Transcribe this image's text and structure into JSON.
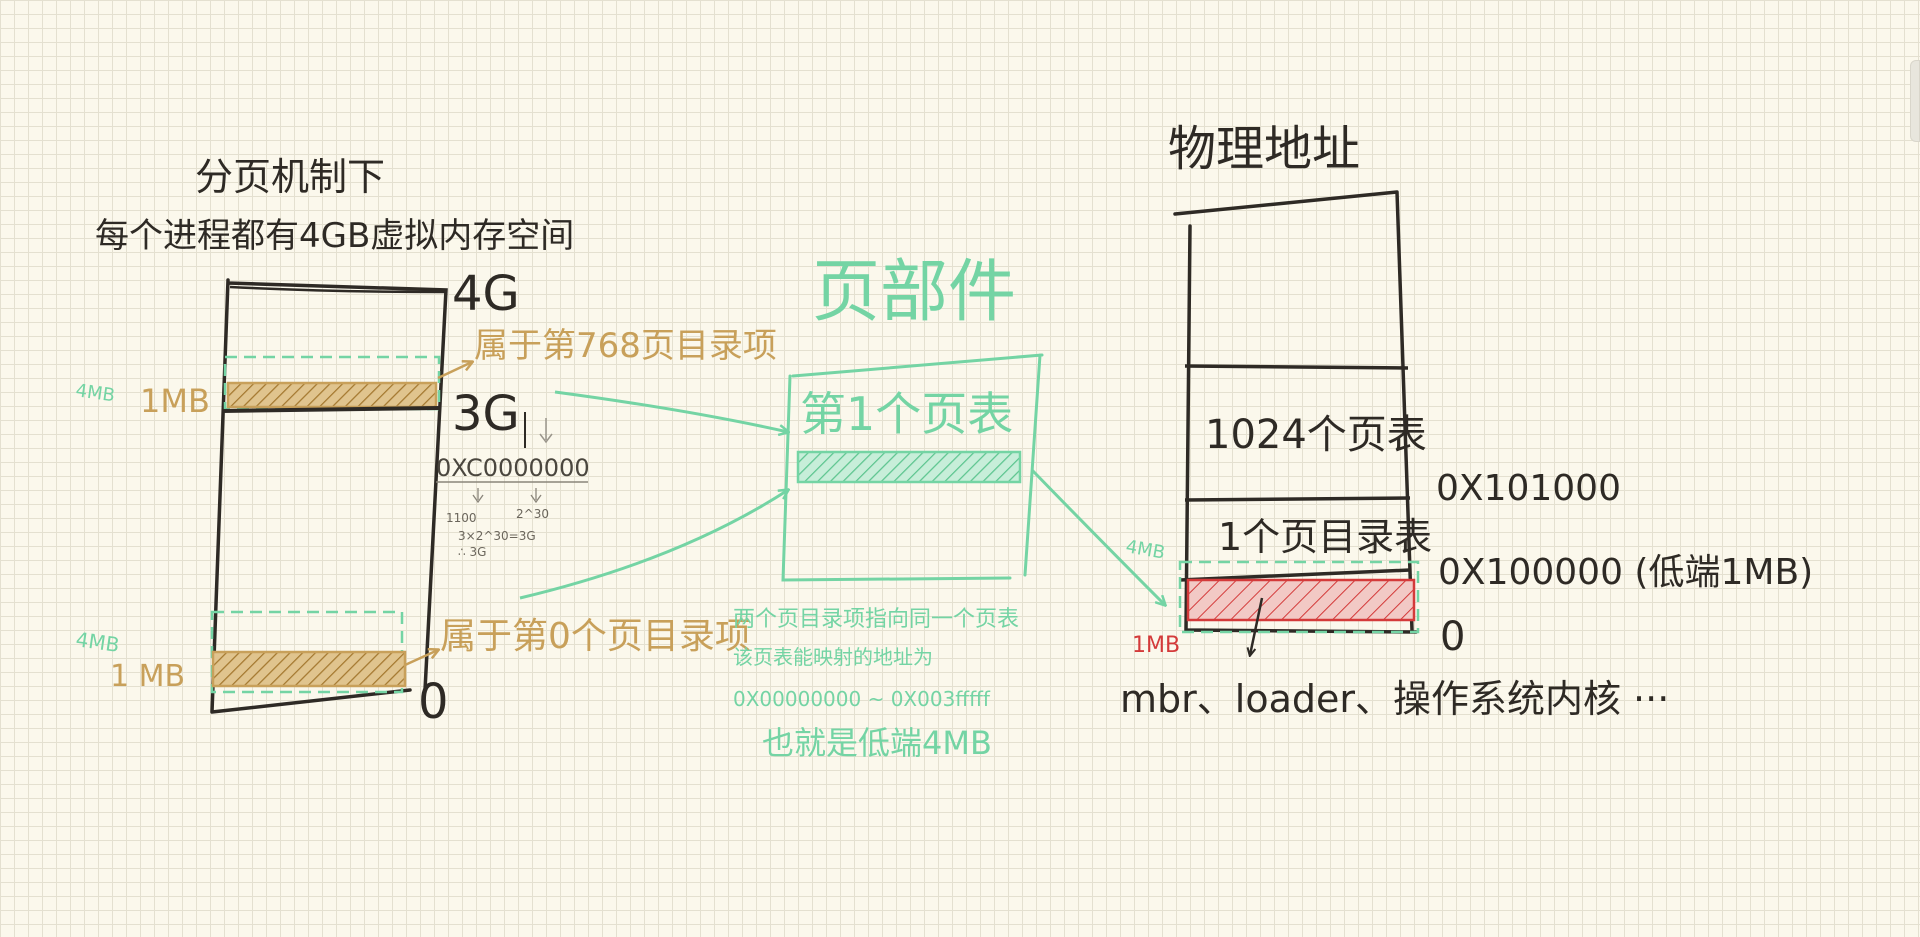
{
  "colors": {
    "ink": "#2e2a25",
    "green": "#74d4a4",
    "gold": "#c8a05a",
    "red": "#d43a3a",
    "background": "#fbf8ec",
    "grid": "#e4e0d0"
  },
  "virtual": {
    "title_line1": "分页机制下",
    "title_line2": "每个进程都有4GB虚拟内存空间",
    "mark_4g": "4G",
    "mark_3g": "3G",
    "mark_0": "0",
    "upper_green_label": "4MB",
    "upper_gold_label": "1MB",
    "lower_green_label": "4MB",
    "lower_gold_label": "1 MB",
    "upper_note": "属于第768页目录项",
    "lower_note": "属于第0个页目录项",
    "addr": "0XC0000000",
    "bits_left": "1100",
    "bits_right": "2^30",
    "calc_1": "3×2^30=3G",
    "calc_2": "∴ 3G"
  },
  "page_component": {
    "title": "页部件",
    "table_label": "第1个页表",
    "note_line1": "两个页目录项指向同一个页表",
    "note_line2": "该页表能映射的地址为",
    "note_line3": "0X00000000 ~ 0X003fffff",
    "note_line4": "也就是低端4MB"
  },
  "physical": {
    "title": "物理地址",
    "tables_label": "1024个页表",
    "dir_label": "1个页目录表",
    "addr_top": "0X101000",
    "addr_mid": "0X100000 (低端1MB)",
    "addr_zero": "0",
    "green_label": "4MB",
    "red_label": "1MB",
    "bottom_note": "mbr、loader、操作系统内核 ···"
  }
}
